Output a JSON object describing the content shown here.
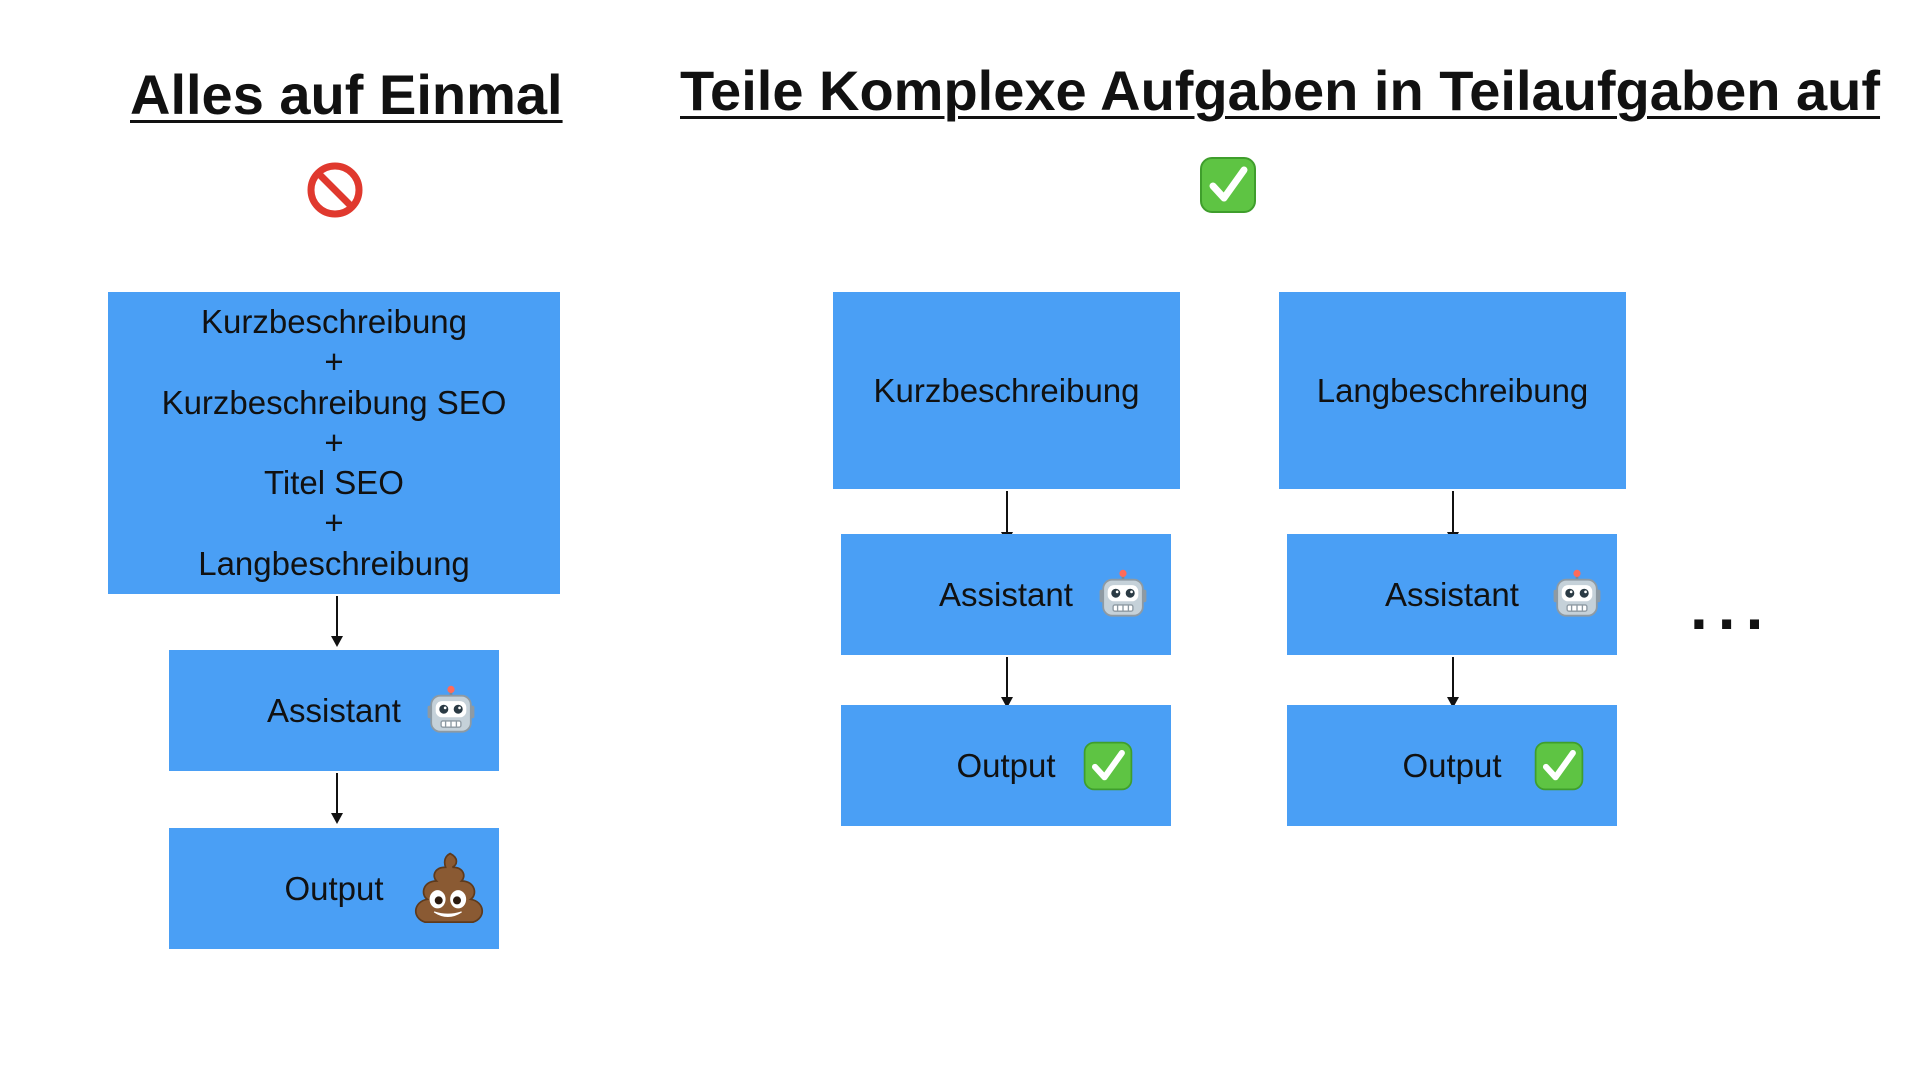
{
  "left": {
    "title": "Alles auf Einmal",
    "status_icon": "prohibited-icon",
    "input_lines": [
      "Kurzbeschreibung",
      "+",
      "Kurzbeschreibung SEO",
      "+",
      "Titel SEO",
      "+",
      "Langbeschreibung"
    ],
    "assistant_label": "Assistant",
    "assistant_icon": "robot-icon",
    "output_label": "Output",
    "output_icon": "poop-icon"
  },
  "right": {
    "title": "Teile Komplexe Aufgaben in Teilaufgaben auf",
    "status_icon": "check-mark-icon",
    "flows": [
      {
        "input": "Kurzbeschreibung",
        "assistant_label": "Assistant",
        "assistant_icon": "robot-icon",
        "output_label": "Output",
        "output_icon": "check-mark-icon"
      },
      {
        "input": "Langbeschreibung",
        "assistant_label": "Assistant",
        "assistant_icon": "robot-icon",
        "output_label": "Output",
        "output_icon": "check-mark-icon"
      }
    ],
    "ellipsis": "..."
  },
  "colors": {
    "box_fill": "#4a9ff5",
    "check_green": "#5ec443",
    "prohibited_red": "#e0392e"
  }
}
